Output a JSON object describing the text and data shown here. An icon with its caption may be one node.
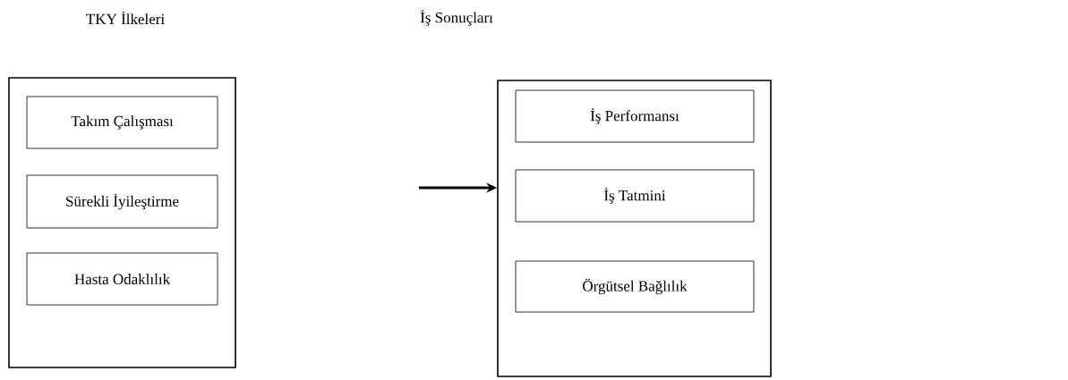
{
  "diagram": {
    "nodes": [
      {
        "text": [
          "TKY İlkeleri"
        ]
      },
      {
        "text": [
          "Takım Çalışması"
        ],
        "in": 0
      },
      {
        "text": [
          "Sürekli İyileştirme"
        ],
        "in": 0
      },
      {
        "text": [
          "Hasta Odaklılık"
        ],
        "in": 0
      },
      {
        "text": [
          "İş Sonuçları"
        ]
      },
      {
        "text": [
          "İş Performansı"
        ],
        "in": 4
      },
      {
        "text": [
          "İş Tatmini"
        ],
        "in": 4
      },
      {
        "text": [
          "Örgütsel Bağlılık"
        ],
        "in": 4
      }
    ],
    "edges": [
      {
        "from": null,
        "to": 4,
        "arrow": "to"
      }
    ]
  }
}
